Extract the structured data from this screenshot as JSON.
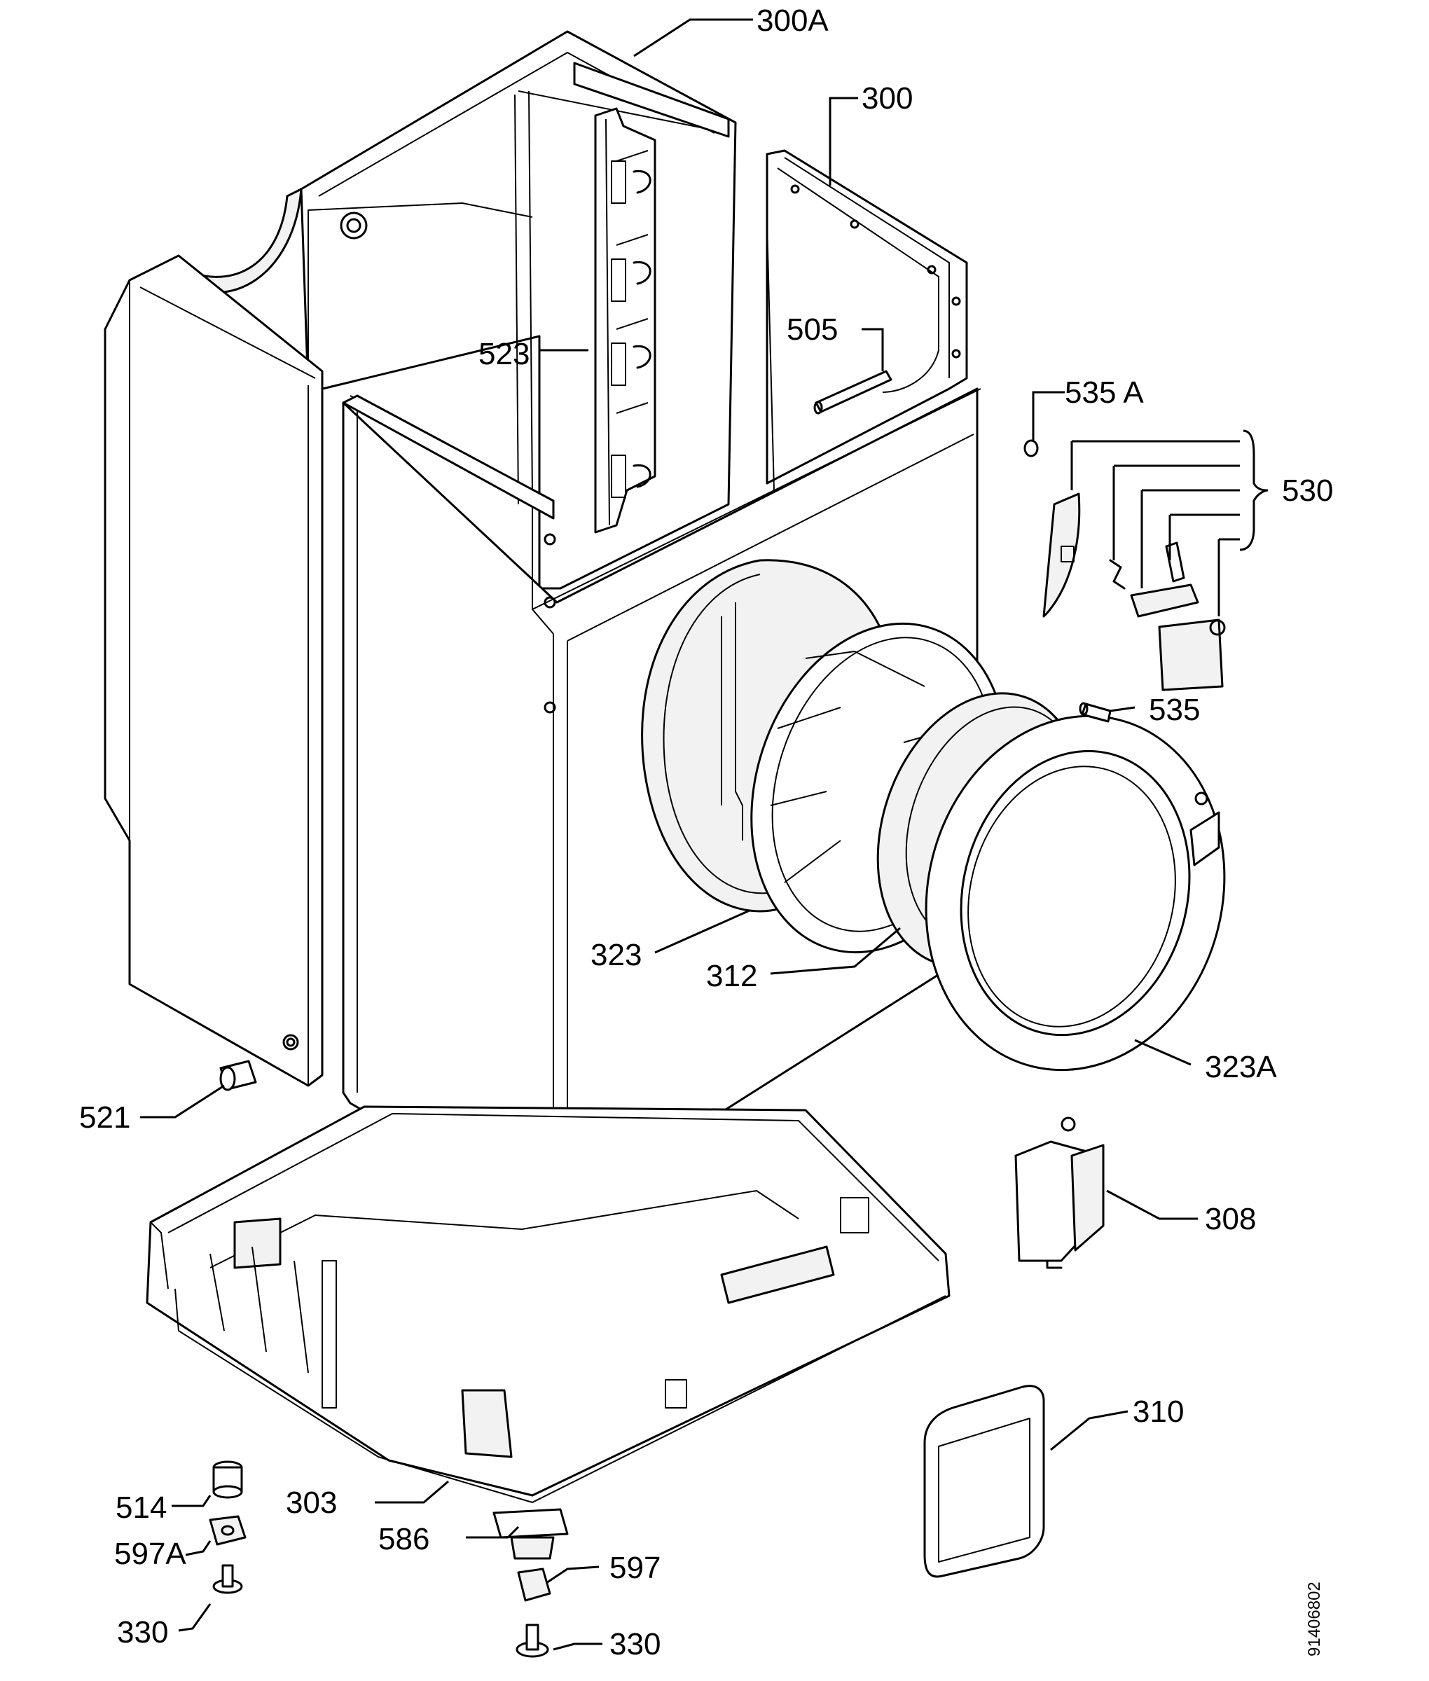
{
  "labels": {
    "l300A": {
      "num": "300",
      "suffix": "A"
    },
    "l300": {
      "num": "300"
    },
    "l505": {
      "num": "505"
    },
    "l523": {
      "num": "523"
    },
    "l535A": {
      "num": "535",
      "suffix": "A"
    },
    "l530": {
      "num": "530"
    },
    "l535": {
      "num": "535"
    },
    "l323": {
      "num": "323"
    },
    "l312": {
      "num": "312"
    },
    "l323A": {
      "num": "323",
      "suffix": "A"
    },
    "l521": {
      "num": "521"
    },
    "l308": {
      "num": "308"
    },
    "l310": {
      "num": "310"
    },
    "l303": {
      "num": "303"
    },
    "l514": {
      "num": "514"
    },
    "l597A": {
      "num": "597",
      "suffix": "A"
    },
    "l586": {
      "num": "586"
    },
    "l597": {
      "num": "597"
    },
    "l330a": {
      "num": "330"
    },
    "l330b": {
      "num": "330"
    }
  },
  "document_number": "91406802"
}
